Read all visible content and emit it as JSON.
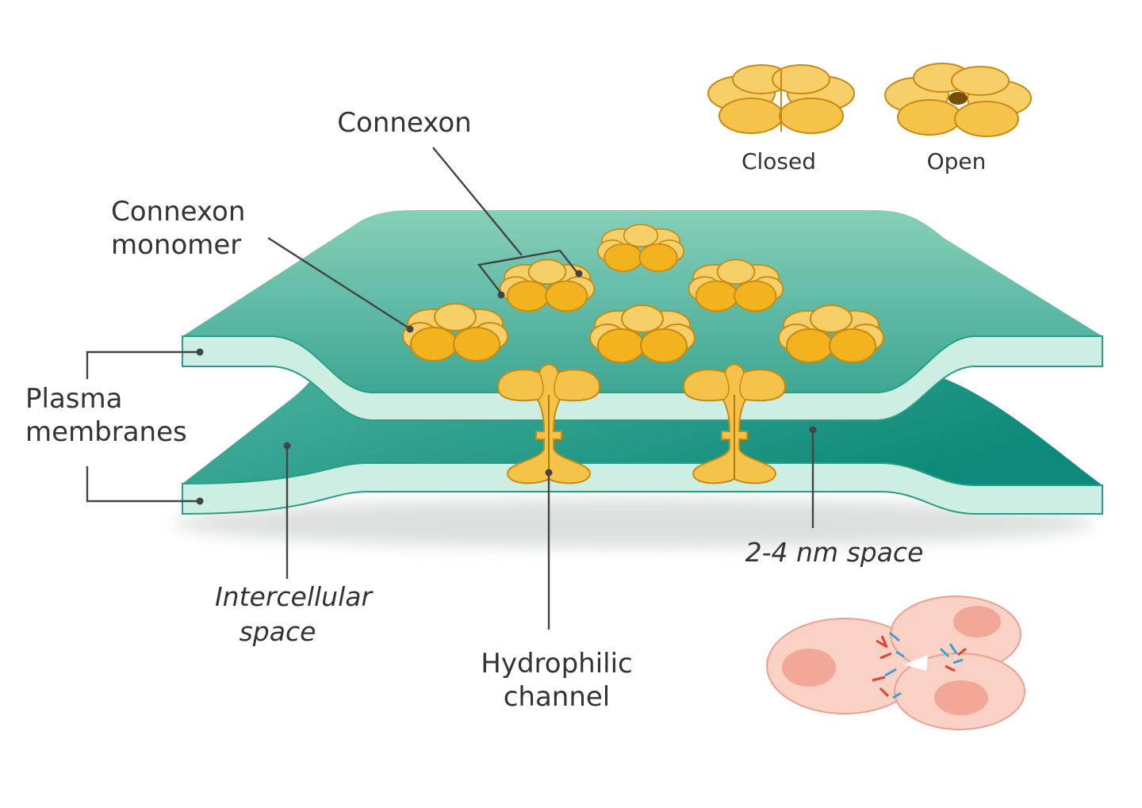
{
  "labels": {
    "connexon": "Connexon",
    "connexon_monomer_line1": "Connexon",
    "connexon_monomer_line2": "monomer",
    "plasma_membranes_line1": "Plasma",
    "plasma_membranes_line2": "membranes",
    "intercellular_line1": "Intercellular",
    "intercellular_line2": "space",
    "hydrophilic_line1": "Hydrophilic",
    "hydrophilic_line2": "channel",
    "gap_space": "2-4 nm space",
    "closed": "Closed",
    "open": "Open"
  },
  "colors": {
    "membrane_top": "#7fcab3",
    "membrane_edge": "#cdeee3",
    "membrane_dark": "#169584",
    "connexon_fill": "#f2b31f",
    "connexon_light": "#f7cf68",
    "connexon_outline": "#c88a10",
    "cell_fill": "#f9d2c5",
    "cell_nucleus": "#f2a799"
  }
}
